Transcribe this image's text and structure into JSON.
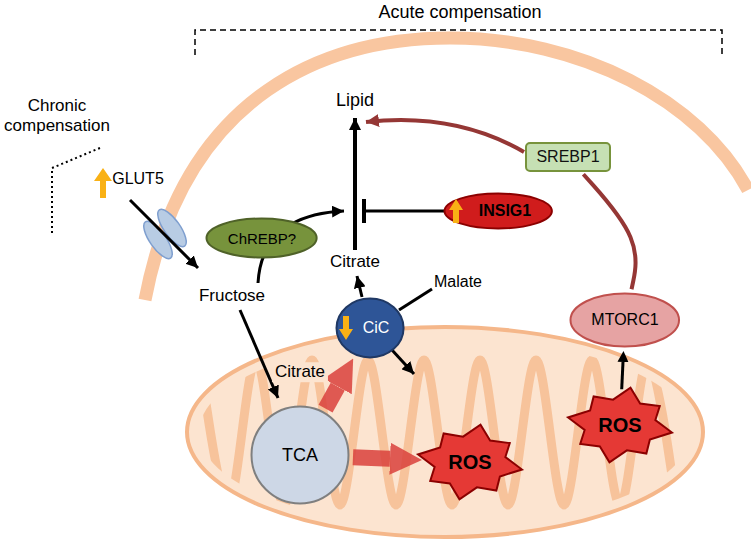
{
  "diagram": {
    "nodes": [
      {
        "text": [
          "SREBP1"
        ]
      },
      {
        "text": [
          "INSIG1"
        ]
      },
      {
        "text": [
          "ChREBP?"
        ]
      },
      {
        "text": [
          "CiC"
        ]
      },
      {
        "text": [
          "MTORC1"
        ]
      },
      {
        "text": [
          "ROS"
        ]
      },
      {
        "text": [
          "TCA"
        ]
      },
      {
        "text": [
          "ROS"
        ]
      }
    ],
    "edges": [
      {
        "from": 4,
        "to": 0,
        "arrow": "none"
      },
      {
        "from": 5,
        "to": 4,
        "arrow": "to"
      },
      {
        "from": 6,
        "to": 3,
        "arrow": "to"
      },
      {
        "from": 6,
        "to": 7,
        "arrow": "to"
      }
    ],
    "labels": [
      "Acute compensation",
      "Chronic compensation",
      "GLUT5",
      "Lipid",
      "Citrate",
      "Malate",
      "Fructose",
      "Citrate"
    ]
  }
}
